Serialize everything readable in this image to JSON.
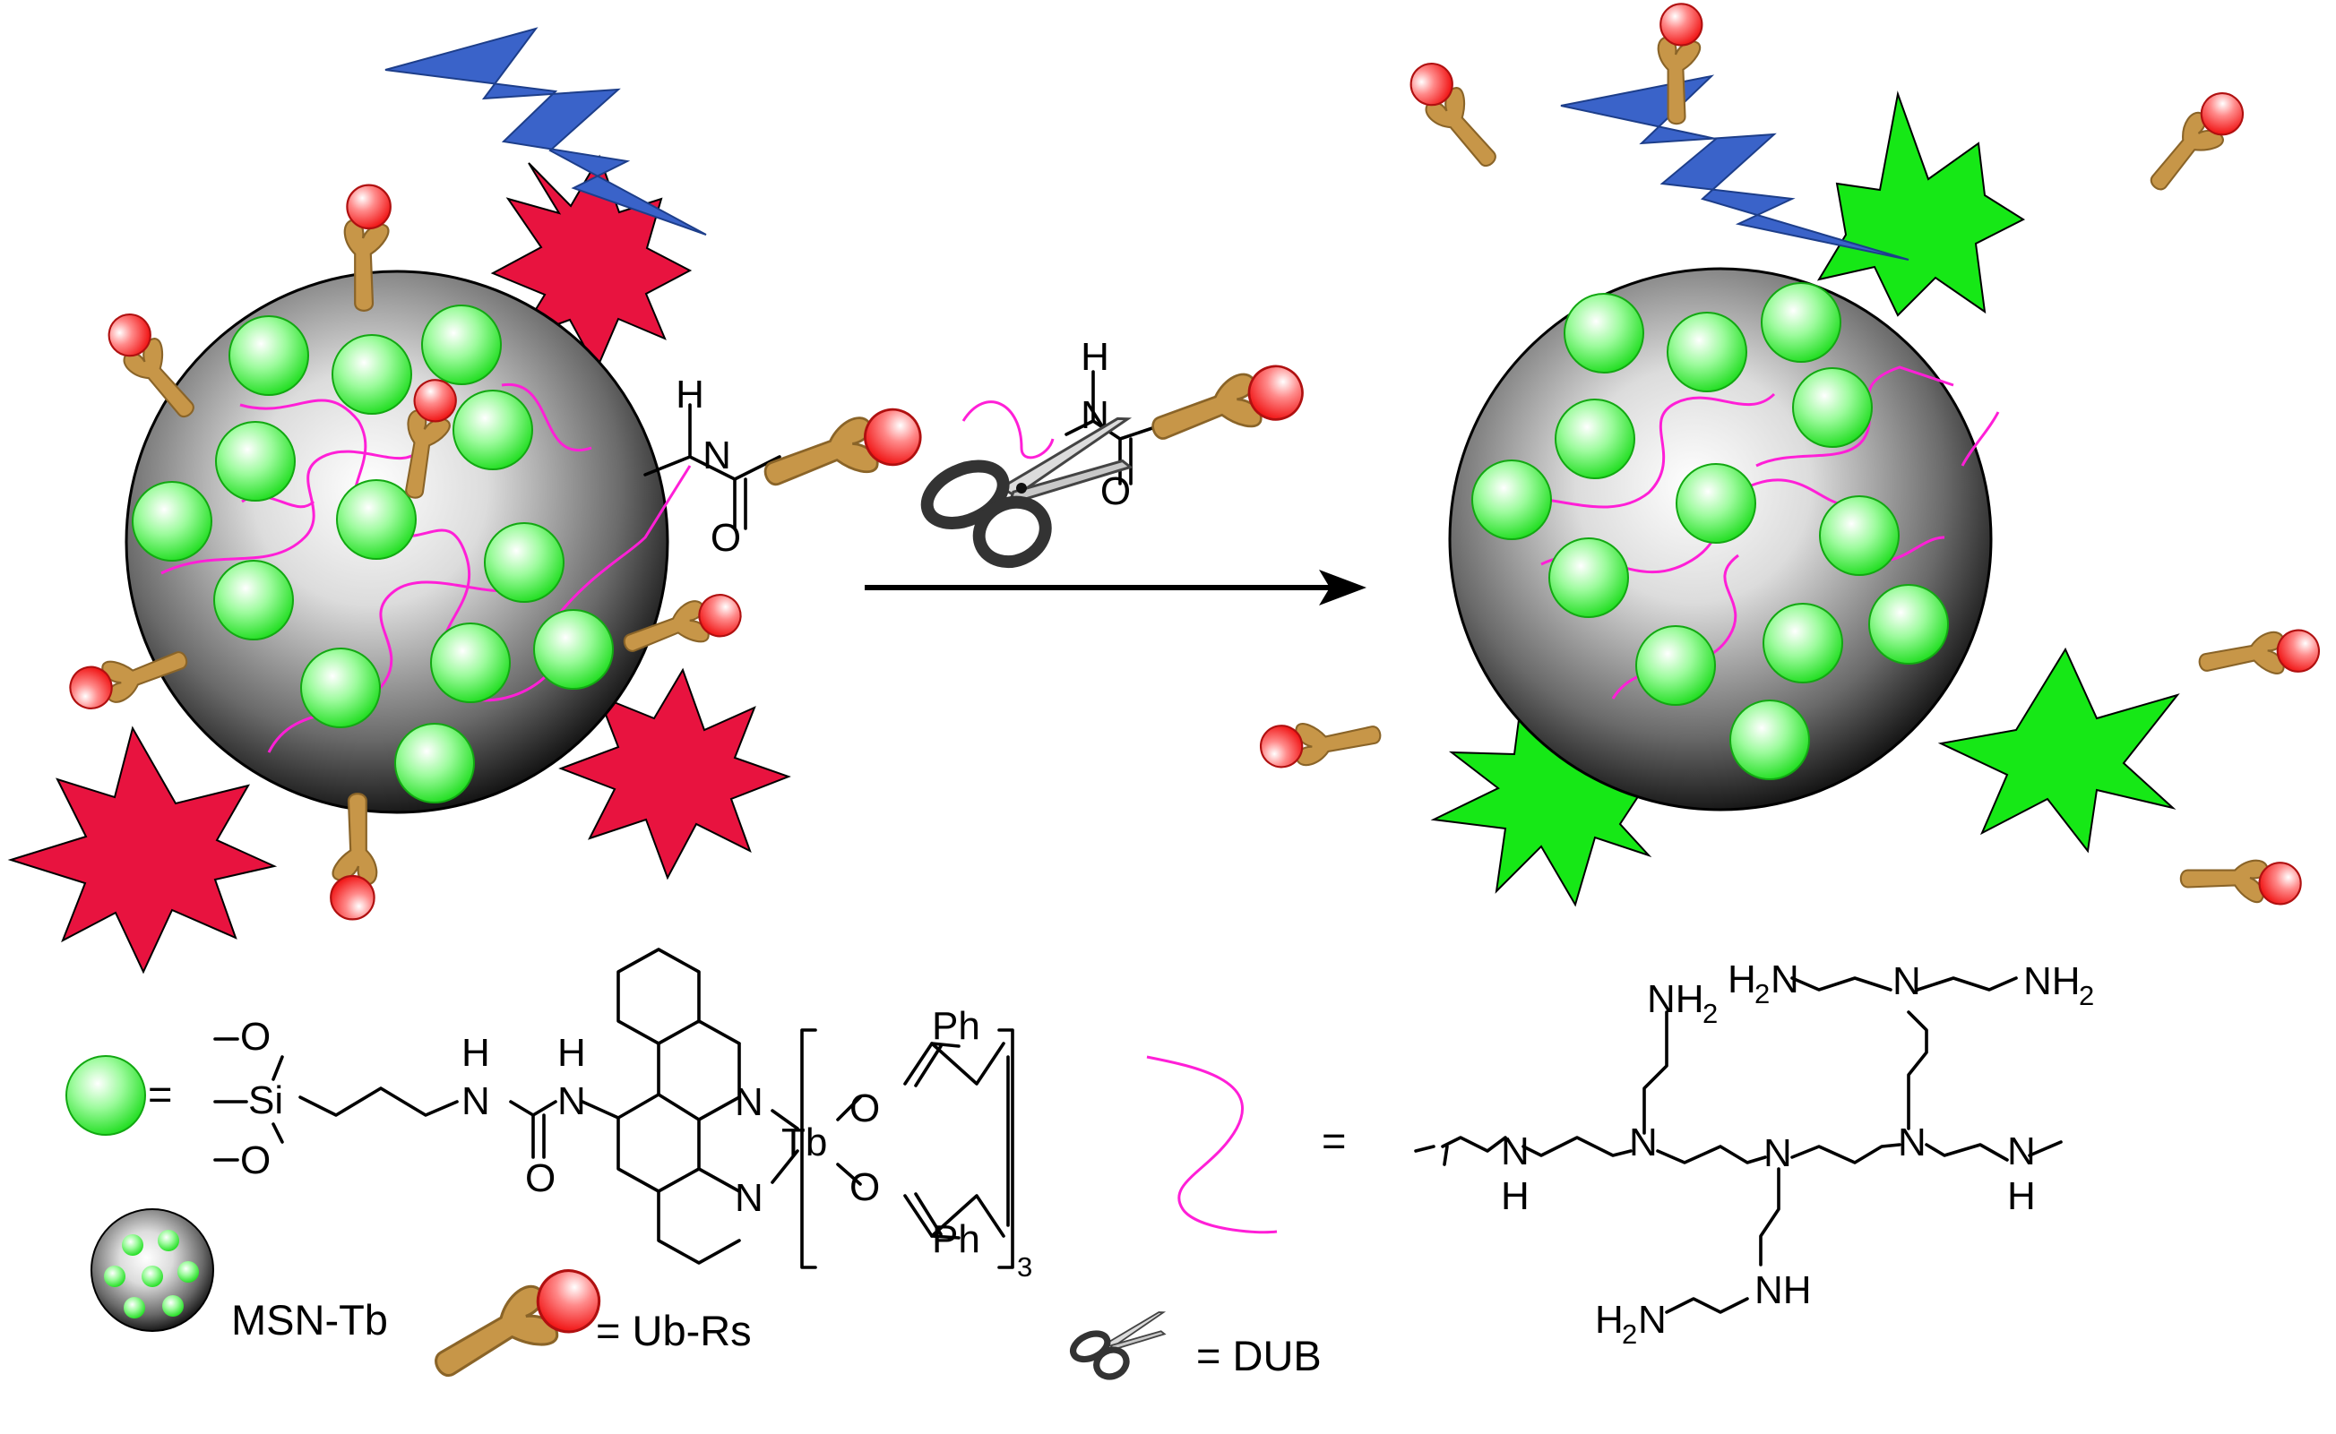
{
  "colors": {
    "quantum_dot": "#3bf23b",
    "polymer_strand": "#ff1fd7",
    "flash": "#e8133f",
    "flash_after": "#16e816",
    "lightning": "#3a63c9",
    "ubiquitin": "#c79648",
    "reporter": "#ff2a2a",
    "nanoparticle": "#2d2d2d"
  },
  "icons": [
    "lightning-icon",
    "burst-icon",
    "ub-rs-icon",
    "scissors-icon",
    "green-sphere-icon"
  ],
  "amide": {
    "h": "H",
    "n": "N",
    "o": "O"
  },
  "tb_complex": {
    "o_methoxy_top": "O",
    "si": "Si",
    "o_methoxy_bottom": "O",
    "urea_h1": "H",
    "urea_n1": "N",
    "urea_h2": "H",
    "urea_n2": "N",
    "urea_o": "O",
    "phen_n_top": "N",
    "phen_n_bottom": "N",
    "tb": "Tb",
    "dbm_o_top": "O",
    "dbm_o_bottom": "O",
    "ph_top": "Ph",
    "ph_bottom": "Ph",
    "multiplier": "3"
  },
  "pei": {
    "h2n_top": "H",
    "h2n_top_sub": "2",
    "h2n_top_n": "N",
    "n_top_branch": "N",
    "nh2_top_right": "NH",
    "nh2_top_right_sub": "2",
    "nh2_left_branch": "NH",
    "nh2_left_branch_sub": "2",
    "n_backbone_1": "N",
    "n_backbone_2": "N",
    "n_backbone_3": "N",
    "nh_left": "N",
    "nh_left_h": "H",
    "nh_right": "N",
    "nh_right_h": "H",
    "nh_bottom": "NH",
    "h2n_bottom": "H",
    "h2n_bottom_sub": "2",
    "h2n_bottom_n": "N"
  },
  "legend": {
    "eq_sphere": "=",
    "eq_polymer": "=",
    "msn_label": "MSN-Tb",
    "ub_rs_label": "= Ub-Rs",
    "dub_label": "= DUB"
  }
}
